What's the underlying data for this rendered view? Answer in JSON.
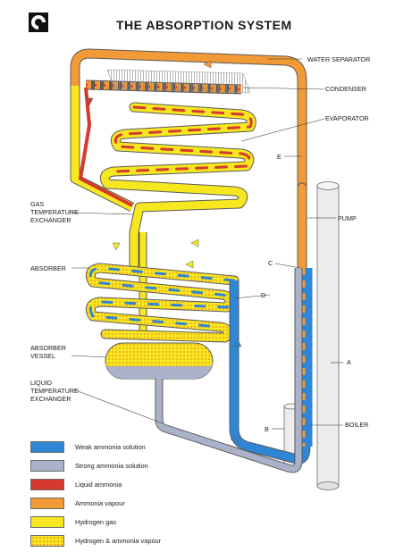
{
  "title": "THE ABSORPTION SYSTEM",
  "logo": {
    "icon": "electrolux-logo"
  },
  "labels": {
    "water_separator": "WATER SEPARATOR",
    "condenser": "CONDENSER",
    "evaporator": "EVAPORATOR",
    "e": "E",
    "gas_temp_exchanger": [
      "GAS",
      "TEMPERATURE",
      "EXCHANGER"
    ],
    "pump": "PUMP",
    "c": "C",
    "absorber": "ABSORBER",
    "d": "D",
    "absorber_vessel": [
      "ABSORBER",
      "VESSEL"
    ],
    "a": "A",
    "liquid_temp_exchanger": [
      "LIQUID",
      "TEMPERATURE",
      "EXCHANGER"
    ],
    "b": "B",
    "boiler": "BOILER"
  },
  "legend": [
    {
      "label": "Weak ammonia solution",
      "color": "#2f86d6"
    },
    {
      "label": "Strong ammonia solution",
      "color": "#a9b2c8"
    },
    {
      "label": "Liquid ammonia",
      "color": "#d63a2e"
    },
    {
      "label": "Ammonia vapour",
      "color": "#f29a36"
    },
    {
      "label": "Hydrogen gas",
      "color": "#f7e71f"
    },
    {
      "label": "Hydrogen & ammonia vapour",
      "color": "#f7e71f",
      "dotted": true
    }
  ],
  "colors": {
    "weak": "#2f86d6",
    "strong": "#a9b2c8",
    "liquid": "#d63a2e",
    "vapour": "#f29a36",
    "hydrogen": "#f7e71f",
    "outline": "#5b5b5b",
    "fins": "#999999"
  }
}
